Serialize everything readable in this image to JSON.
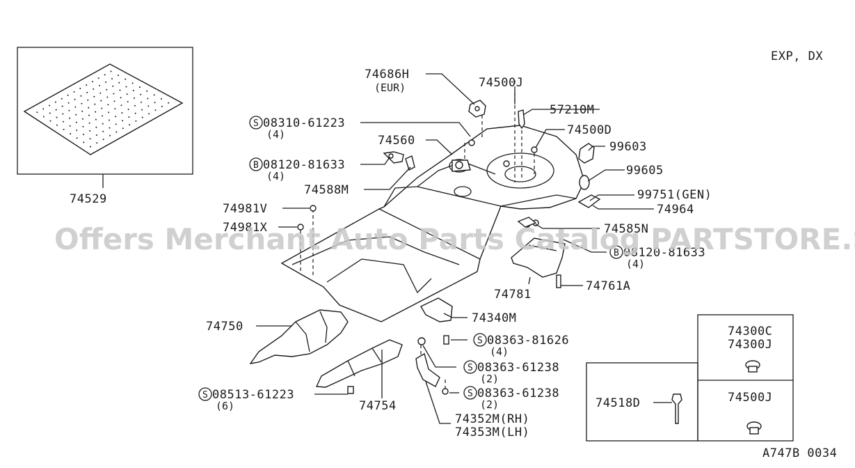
{
  "header": {
    "variant": "EXP, DX"
  },
  "footer": {
    "code": "A747B 0034"
  },
  "watermark": "Offers Merchant Auto Parts Catalog PARTSTORE.SA",
  "callouts": [
    {
      "id": "74529",
      "label": "74529",
      "sub": "",
      "sym": ""
    },
    {
      "id": "74686H",
      "label": "74686H",
      "sub": "(EUR)",
      "sym": ""
    },
    {
      "id": "74500J-top",
      "label": "74500J",
      "sub": "",
      "sym": ""
    },
    {
      "id": "57210M",
      "label": "57210M",
      "sub": "",
      "sym": ""
    },
    {
      "id": "08310-61223",
      "label": "08310-61223",
      "sub": "(4)",
      "sym": "S"
    },
    {
      "id": "74560",
      "label": "74560",
      "sub": "",
      "sym": ""
    },
    {
      "id": "74500D",
      "label": "74500D",
      "sub": "",
      "sym": ""
    },
    {
      "id": "99603",
      "label": "99603",
      "sub": "",
      "sym": ""
    },
    {
      "id": "08120-81633-a",
      "label": "08120-81633",
      "sub": "(4)",
      "sym": "B"
    },
    {
      "id": "99605",
      "label": "99605",
      "sub": "",
      "sym": ""
    },
    {
      "id": "74588M",
      "label": "74588M",
      "sub": "",
      "sym": ""
    },
    {
      "id": "99751",
      "label": "99751(GEN)",
      "sub": "",
      "sym": ""
    },
    {
      "id": "74964",
      "label": "74964",
      "sub": "",
      "sym": ""
    },
    {
      "id": "74981V",
      "label": "74981V",
      "sub": "",
      "sym": ""
    },
    {
      "id": "74981X",
      "label": "74981X",
      "sub": "",
      "sym": ""
    },
    {
      "id": "74585N",
      "label": "74585N",
      "sub": "",
      "sym": ""
    },
    {
      "id": "08120-81633-b",
      "label": "08120-81633",
      "sub": "(4)",
      "sym": "B"
    },
    {
      "id": "74781",
      "label": "74781",
      "sub": "",
      "sym": ""
    },
    {
      "id": "74761A",
      "label": "74761A",
      "sub": "",
      "sym": ""
    },
    {
      "id": "74750",
      "label": "74750",
      "sub": "",
      "sym": ""
    },
    {
      "id": "74340M",
      "label": "74340M",
      "sub": "",
      "sym": ""
    },
    {
      "id": "08363-81626",
      "label": "08363-81626",
      "sub": "(4)",
      "sym": "S"
    },
    {
      "id": "08363-61238-a",
      "label": "08363-61238",
      "sub": "(2)",
      "sym": "S"
    },
    {
      "id": "08363-61238-b",
      "label": "08363-61238",
      "sub": "(2)",
      "sym": "S"
    },
    {
      "id": "08513-61223",
      "label": "08513-61223",
      "sub": "(6)",
      "sym": "S"
    },
    {
      "id": "74754",
      "label": "74754",
      "sub": "",
      "sym": ""
    },
    {
      "id": "74352M",
      "label": "74352M(RH)",
      "sub": "74353M(LH)",
      "sym": ""
    },
    {
      "id": "74518D",
      "label": "74518D",
      "sub": "",
      "sym": ""
    },
    {
      "id": "74300C",
      "label": "74300C",
      "sub": "74300J",
      "sym": ""
    },
    {
      "id": "74500J-box",
      "label": "74500J",
      "sub": "",
      "sym": ""
    }
  ]
}
